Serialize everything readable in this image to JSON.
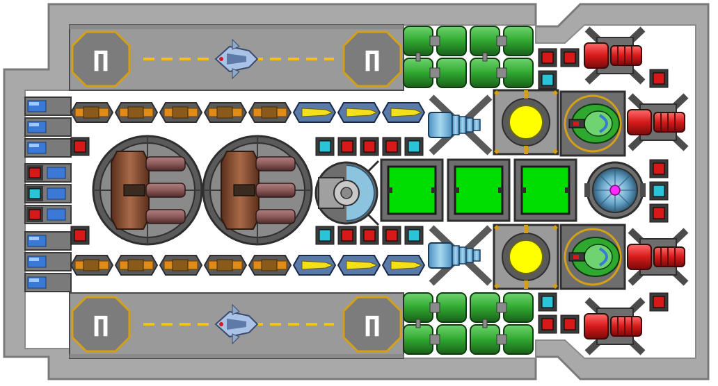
{
  "colors": {
    "hull_outer": "#a9a9a9",
    "hull_border": "#7a7a7a",
    "deck": "#ffffff",
    "hangar_floor": "#9a9a9a",
    "hangar_stripe": "#f2c21a",
    "hangar_octagon": "#d4a017",
    "landing_icon": "#ffffff",
    "pad_octagon_fill": "#7c7c7c",
    "dark_metal": "#4b4b4b",
    "mid_metal": "#6e6e6e",
    "light_metal": "#b8b8b8",
    "green_tank": "#2fa82f",
    "green_tank_dark": "#1d6e1d",
    "red_block": "#d61a1a",
    "cyan_block": "#2bc4d6",
    "orange_thruster": "#e08a18",
    "blue_pod": "#3a7ad6",
    "yellow_dart": "#f4e01a",
    "reactor_yellow": "#ffff00",
    "reactor_frame": "#8a8a8a",
    "cargo_green": "#00dd00",
    "cargo_border": "#2e2e2e",
    "copper": "#8a4e32",
    "copper_dark": "#5a2e1c",
    "rod": "#8c5a5a",
    "shield_blue": "#8cc4e0",
    "core_magenta": "#ff2cff",
    "fighter_blue": "#a9c2e6",
    "ice_blue": "#74b8dc"
  },
  "hangars": {
    "top_pad_letter": "П",
    "bottom_pad_letter": "П"
  },
  "modules": {
    "left_emitters": 10,
    "thrusters_per_row": 5,
    "pods_per_row": 3,
    "turret_count": 2,
    "cargo_count": 3,
    "reactor_count": 2
  }
}
